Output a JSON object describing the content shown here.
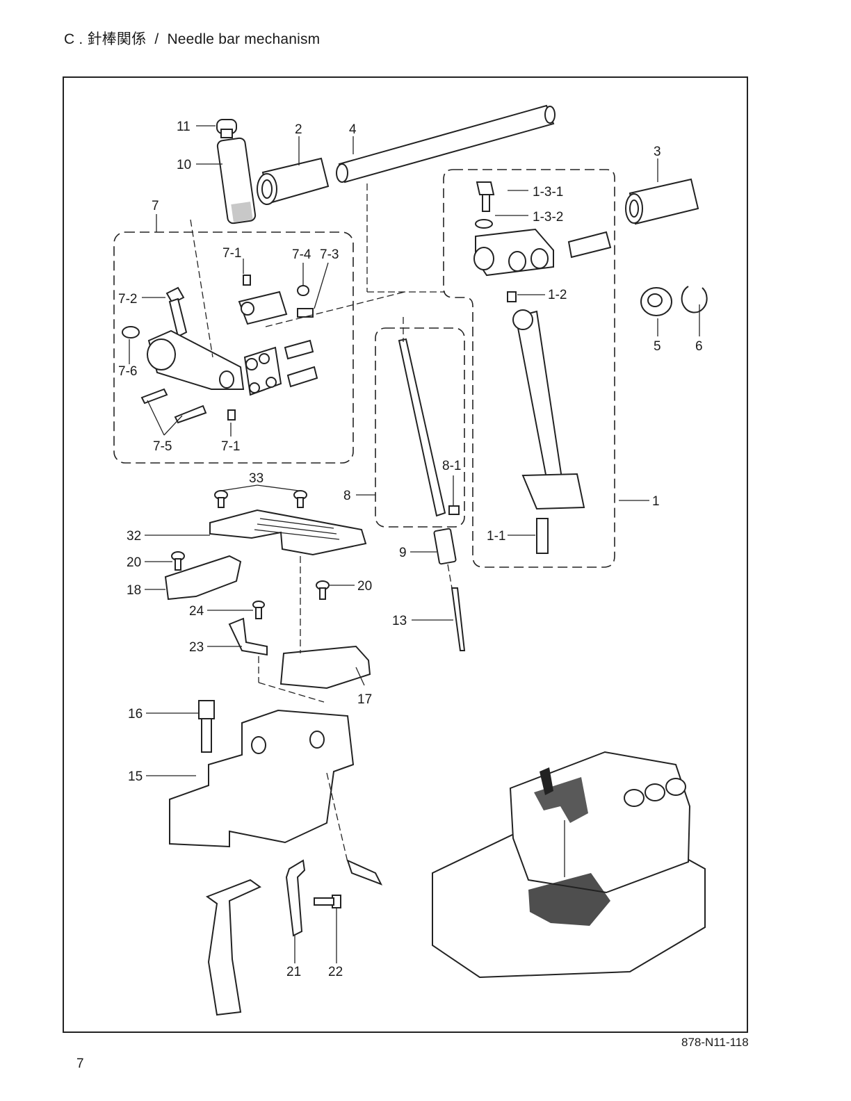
{
  "header": {
    "prefix": "C .",
    "title_jp": "針棒関係",
    "separator": "/",
    "title_en": "Needle bar mechanism"
  },
  "footer": {
    "drawing_code": "878-N11-118",
    "page_number": "7"
  },
  "labels": {
    "p11": "11",
    "p10": "10",
    "p2": "2",
    "p4": "4",
    "p3": "3",
    "p7": "7",
    "p7_1a": "7-1",
    "p7_4": "7-4",
    "p7_3": "7-3",
    "p7_2": "7-2",
    "p7_6": "7-6",
    "p7_5": "7-5",
    "p7_1b": "7-1",
    "p1_3_1": "1-3-1",
    "p1_3_2": "1-3-2",
    "p1_2": "1-2",
    "p5": "5",
    "p6": "6",
    "p1": "1",
    "p1_1": "1-1",
    "p8_1": "8-1",
    "p8": "8",
    "p9": "9",
    "p13": "13",
    "p33": "33",
    "p32": "32",
    "p20a": "20",
    "p18": "18",
    "p20b": "20",
    "p24": "24",
    "p23": "23",
    "p17": "17",
    "p16": "16",
    "p15": "15",
    "p21": "21",
    "p22": "22"
  }
}
